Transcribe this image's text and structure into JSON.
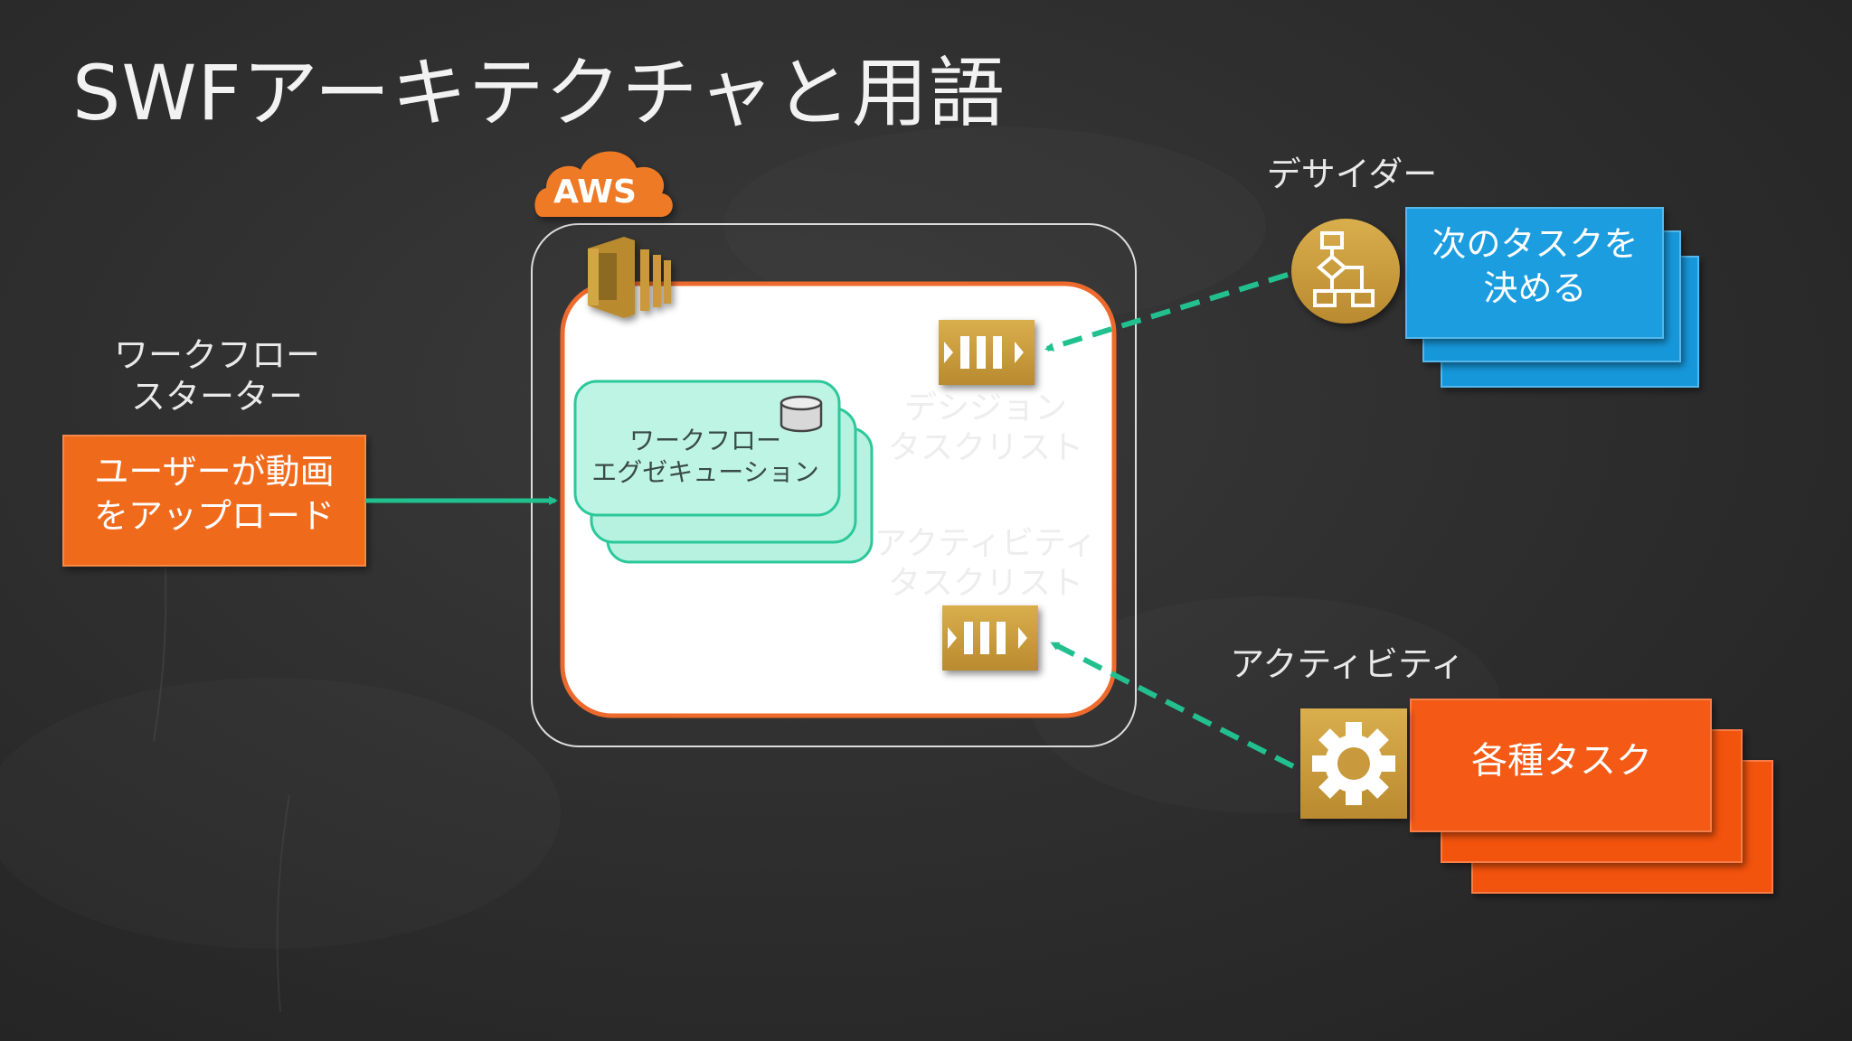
{
  "title": "SWFアーキテクチャと用語",
  "nodes": {
    "aws_logo": "AWS",
    "workflow_starter_label": "ワークフロー\nスターター",
    "upload_box": "ユーザーが動画\nをアップロード",
    "workflow_execution": "ワークフロー\nエグゼキューション",
    "decision_task_list": "デシジョン\nタスクリスト",
    "activity_task_list": "アクティビティ\nタスクリスト",
    "decider_label": "デサイダー",
    "decide_next_task_box": "次のタスクを\n決める",
    "activity_worker_label": "アクティビティ",
    "various_tasks_box": "各種タスク"
  },
  "icons": {
    "aws_cloud": "aws-cloud-icon",
    "swf_service": "swf-service-icon",
    "database": "database-icon",
    "queue": "queue-icon",
    "flowchart": "flowchart-icon",
    "gear": "gear-icon"
  },
  "colors": {
    "background": "#2f2f2f",
    "orange": "#f06a1b",
    "blue": "#1797d9",
    "teal": "#22c08f",
    "mint": "#b6f2df",
    "gold": "#c89a3c",
    "aws_orange": "#ee7a26"
  }
}
